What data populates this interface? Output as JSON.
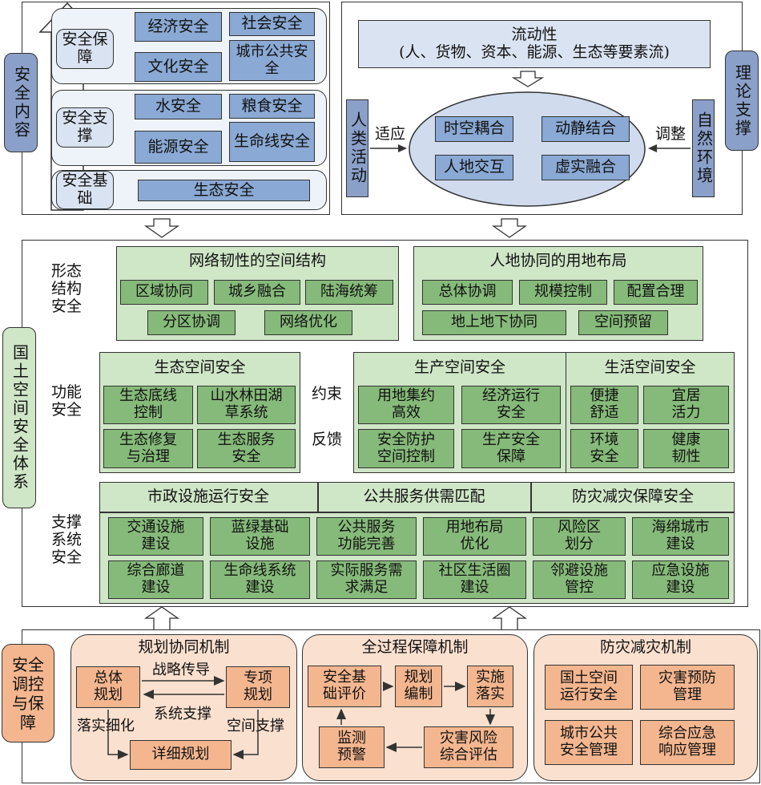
{
  "top_left": {
    "side_label": "安全内容",
    "levels": [
      {
        "label": "安全保障",
        "items": [
          "经济安全",
          "社会安全",
          "文化安全",
          "城市公共安全"
        ]
      },
      {
        "label": "安全支撑",
        "items": [
          "水安全",
          "粮食安全",
          "能源安全",
          "生命线安全"
        ]
      },
      {
        "label": "安全基础",
        "items": [
          "生态安全"
        ]
      }
    ]
  },
  "top_right": {
    "side_label": "理论支撑",
    "flow_title": "流动性",
    "flow_sub": "(人、货物、资本、能源、生态等要素流)",
    "human": "人类活动",
    "nature": "自然环境",
    "adapt": "适应",
    "adjust": "调整",
    "core": [
      "时空耦合",
      "动静结合",
      "人地交互",
      "虚实融合"
    ]
  },
  "middle": {
    "side_label": "国土空间安全体系",
    "form_label": "形态结构安全",
    "network": {
      "title": "网络韧性的空间结构",
      "items": [
        "区域协同",
        "城乡融合",
        "陆海统筹",
        "分区协调",
        "网络优化"
      ]
    },
    "landuse": {
      "title": "人地协同的用地布局",
      "items": [
        "总体协调",
        "规模控制",
        "配置合理",
        "地上地下协同",
        "空间预留"
      ]
    },
    "func_label": "功能安全",
    "eco": {
      "title": "生态空间安全",
      "items": [
        "生态底线\n控制",
        "山水林田湖\n草系统",
        "生态修复\n与治理",
        "生态服务\n安全"
      ]
    },
    "constraint": "约束",
    "feedback": "反馈",
    "prod": {
      "title": "生产空间安全",
      "items": [
        "用地集约\n高效",
        "经济运行\n安全",
        "安全防护\n空间控制",
        "生产安全\n保障"
      ]
    },
    "life": {
      "title": "生活空间安全",
      "items": [
        "便捷\n舒适",
        "宜居\n活力",
        "环境\n安全",
        "健康\n韧性"
      ]
    },
    "support_label": "支撑系统安全",
    "support_heads": [
      "市政设施运行安全",
      "公共服务供需匹配",
      "防灾减灾保障安全"
    ],
    "support_items": [
      "交通设施\n建设",
      "蓝绿基础\n设施",
      "公共服务\n功能完善",
      "用地布局\n优化",
      "风险区\n划分",
      "海绵城市\n建设",
      "综合廊道\n建设",
      "生命线系统\n建设",
      "实际服务需\n求满足",
      "社区生活圈\n建设",
      "邻避设施\n管控",
      "应急设施\n建设"
    ]
  },
  "bottom": {
    "side_label": "安全调控与保障",
    "plan": {
      "title": "规划协同机制",
      "overall": "总体\n规划",
      "special": "专项\n规划",
      "detail": "详细规划",
      "strategy": "战略传导",
      "system": "系统支撑",
      "implement": "落实细化",
      "spatial": "空间支撑"
    },
    "process": {
      "title": "全过程保障机制",
      "items": [
        "安全基\n础评价",
        "规划\n编制",
        "实施\n落实",
        "灾害风险\n综合评估",
        "监测\n预警"
      ]
    },
    "disaster": {
      "title": "防灾减灾机制",
      "items": [
        "国土空间\n运行安全",
        "灾害预防\n管理",
        "城市公共\n安全管理",
        "综合应急\n响应管理"
      ]
    }
  }
}
